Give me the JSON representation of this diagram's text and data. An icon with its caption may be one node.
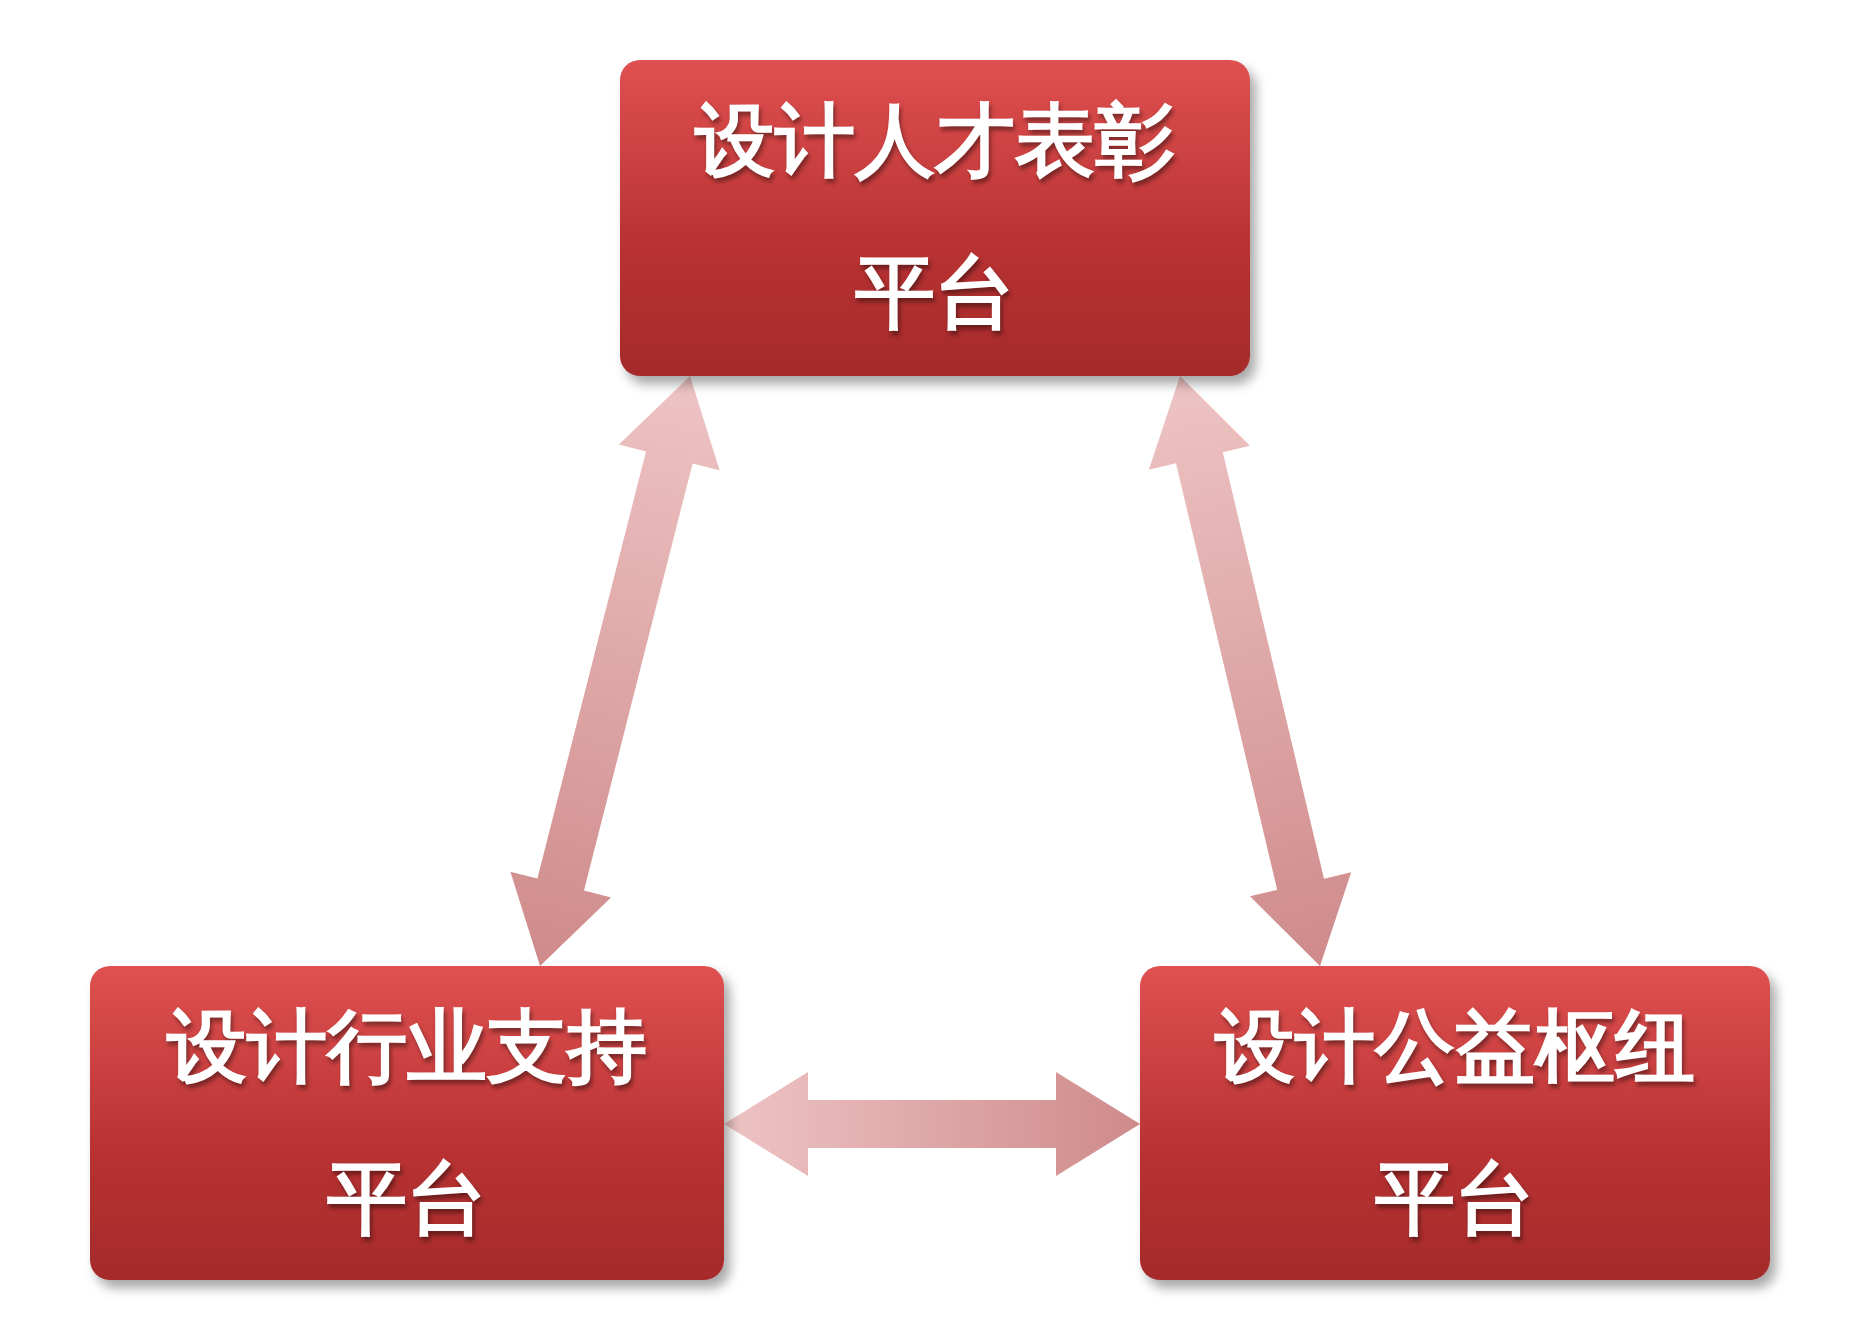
{
  "diagram": {
    "nodes": [
      {
        "text": [
          "设计人才表彰平台"
        ]
      },
      {
        "text": [
          "设计行业支持平台"
        ]
      },
      {
        "text": [
          "设计公益枢纽平台"
        ]
      }
    ],
    "edges": [
      {
        "from": 0,
        "to": 1,
        "arrow": "both"
      },
      {
        "from": 0,
        "to": 2,
        "arrow": "both"
      },
      {
        "from": 1,
        "to": 2,
        "arrow": "both"
      }
    ]
  }
}
